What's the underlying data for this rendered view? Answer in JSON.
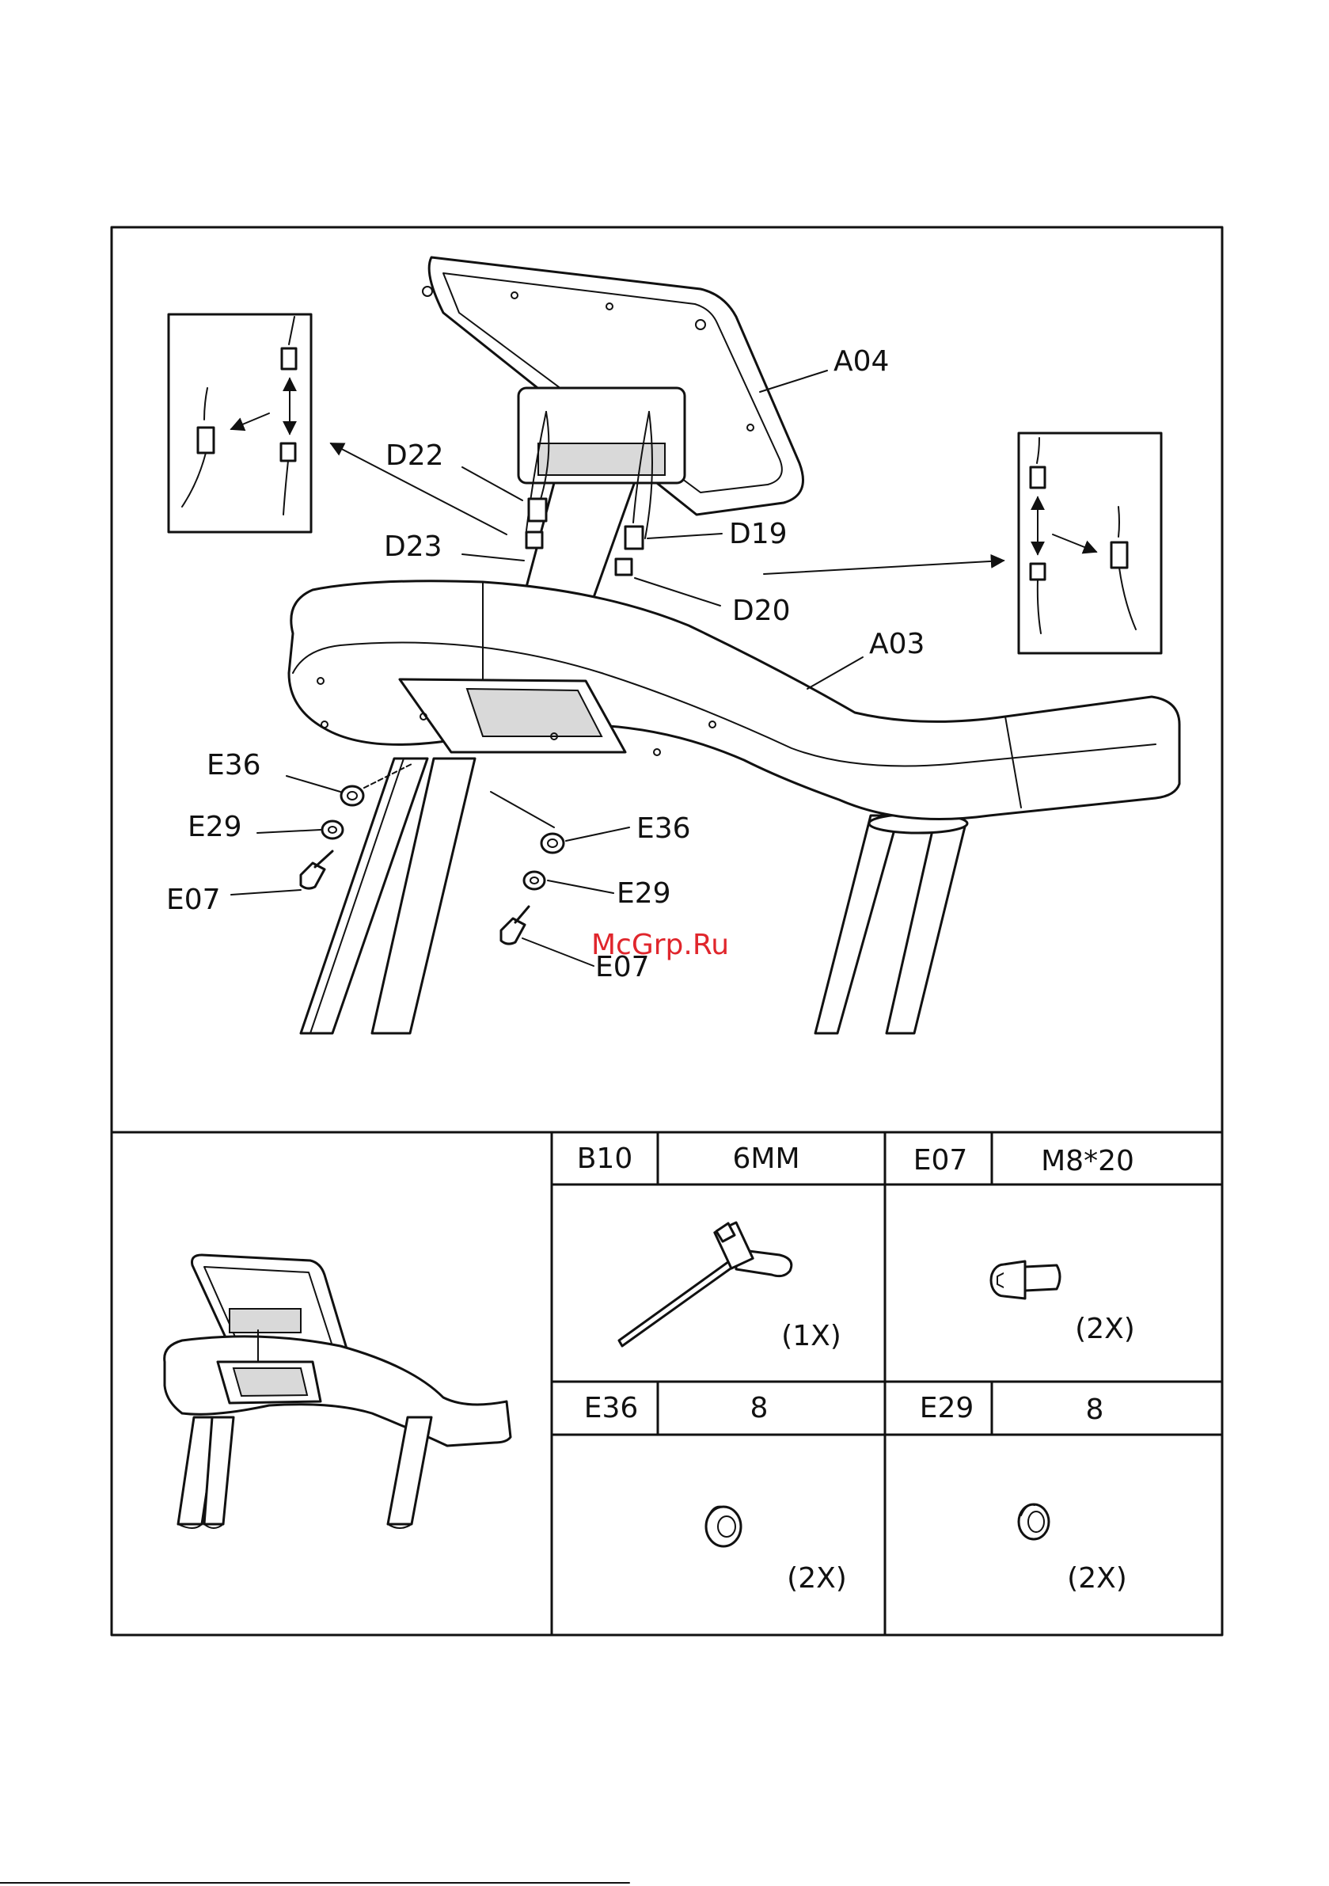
{
  "labels": {
    "a04": "A04",
    "a03": "A03",
    "d22": "D22",
    "d23": "D23",
    "d19": "D19",
    "d20": "D20",
    "e36_left": "E36",
    "e29_left": "E29",
    "e07_left": "E07",
    "e36_right": "E36",
    "e29_right": "E29",
    "e07_right": "E07"
  },
  "watermark": "McGrp.Ru",
  "parts_table": {
    "b10": {
      "code": "B10",
      "spec": "6MM",
      "qty": "(1X)"
    },
    "e07": {
      "code": "E07",
      "spec": "M8*20",
      "qty": "(2X)"
    },
    "e36": {
      "code": "E36",
      "spec": "8",
      "qty": "(2X)"
    },
    "e29": {
      "code": "E29",
      "spec": "8",
      "qty": "(2X)"
    }
  }
}
